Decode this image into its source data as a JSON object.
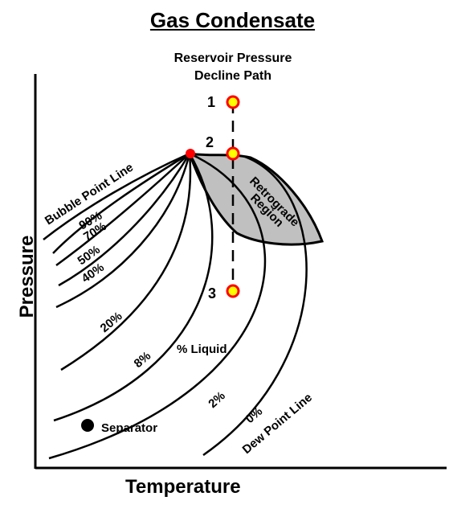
{
  "title": "Gas Condensate",
  "path_label_line1": "Reservoir Pressure",
  "path_label_line2": "Decline Path",
  "axes": {
    "x": "Temperature",
    "y": "Pressure"
  },
  "points": [
    {
      "label": "1"
    },
    {
      "label": "2"
    },
    {
      "label": "3"
    }
  ],
  "labels": {
    "bubble_point_line": "Bubble Point Line",
    "dew_point_line": "Dew Point Line",
    "retrograde_region_line1": "Retrograde",
    "retrograde_region_line2": "Region",
    "percent_liquid": "% Liquid",
    "separator": "Separator"
  },
  "quality_lines": [
    "90%",
    "70%",
    "50%",
    "40%",
    "20%",
    "8%",
    "2%",
    "0%"
  ],
  "colors": {
    "region_fill": "#c0c0c0",
    "marker_fill": "#ffff00",
    "marker_ring": "#ff0000",
    "critical_point": "#ff0000"
  }
}
